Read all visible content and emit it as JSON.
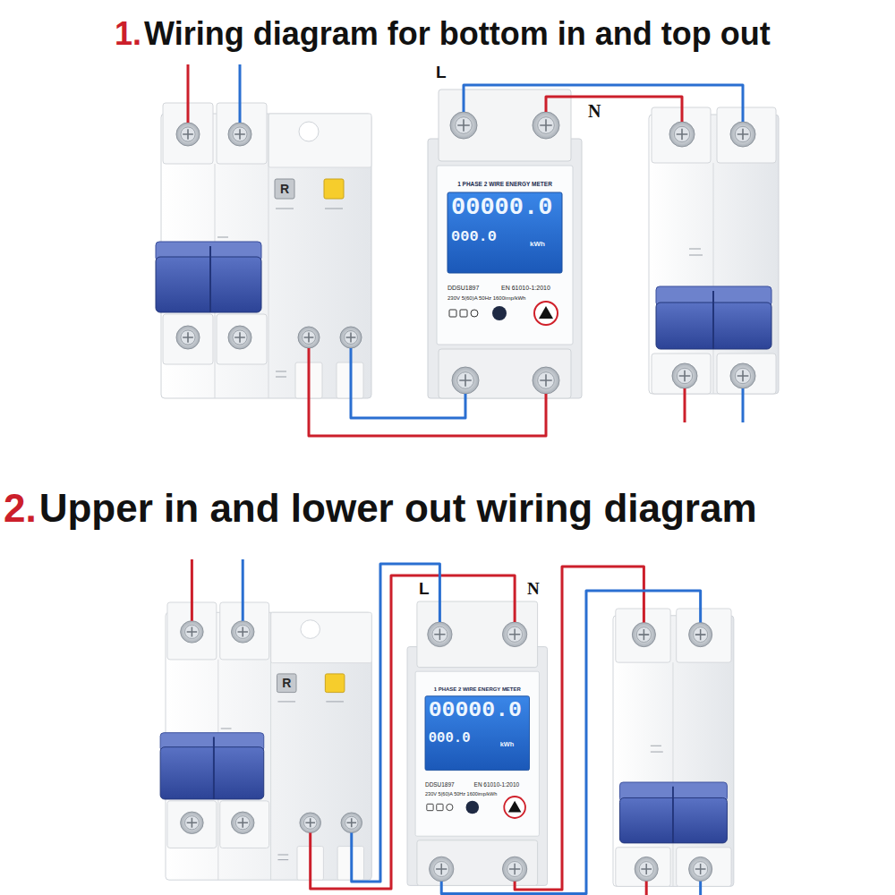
{
  "diagram": {
    "nodes": [
      {
        "text": [
          "1 PHASE 2 WIRE ENERGY METER",
          "00000.0",
          "000.0",
          "kWh",
          "DDSU1897",
          "EN 61010-1:2010",
          "230V 5(60)A 50Hz 1600imp/kWh"
        ]
      },
      {
        "text": [
          "1 PHASE 2 WIRE ENERGY METER",
          "00000.0",
          "000.0",
          "kWh",
          "DDSU1897",
          "EN 61010-1:2010",
          "230V 5(60)A 50Hz 1600imp/kWh"
        ]
      }
    ],
    "labels": [
      "1.",
      "Wiring diagram for bottom in and top out",
      "L",
      "N",
      "R",
      "2.",
      "Upper in and lower out wiring diagram",
      "L",
      "N",
      "R"
    ]
  }
}
